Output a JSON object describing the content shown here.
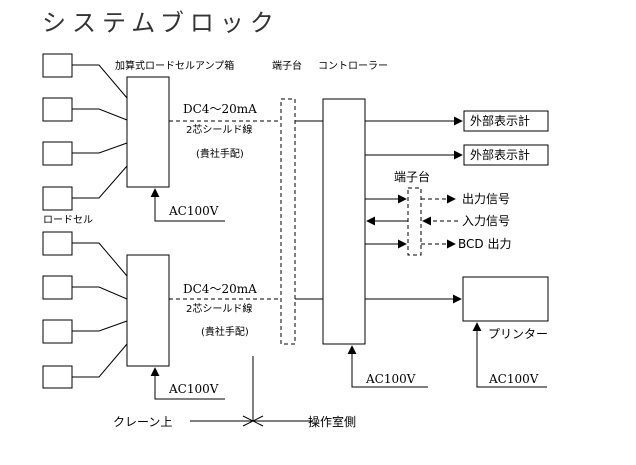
{
  "title": "システムブロック",
  "labels": {
    "amp_box": "加算式ロードセルアンプ箱",
    "load_cell": "ロードセル",
    "terminal_block_top": "端子台",
    "controller": "コントローラー",
    "signal_upper": "DC4～20mA",
    "cable_upper": "2芯シールド線",
    "supply_upper": "(貴社手配)",
    "signal_lower": "DC4～20mA",
    "cable_lower": "2芯シールド線",
    "supply_lower": "(貴社手配)",
    "ac_amp1": "AC100V",
    "ac_amp2": "AC100V",
    "ac_controller": "AC100V",
    "ac_printer": "AC100V",
    "terminal_block_small": "端子台",
    "output_signal": "出力信号",
    "input_signal": "入力信号",
    "bcd_output": "BCD 出力",
    "printer": "プリンター",
    "crane_side": "クレーン上",
    "operator_side": "操作室側"
  },
  "displays": [
    "外部表示計",
    "外部表示計"
  ]
}
